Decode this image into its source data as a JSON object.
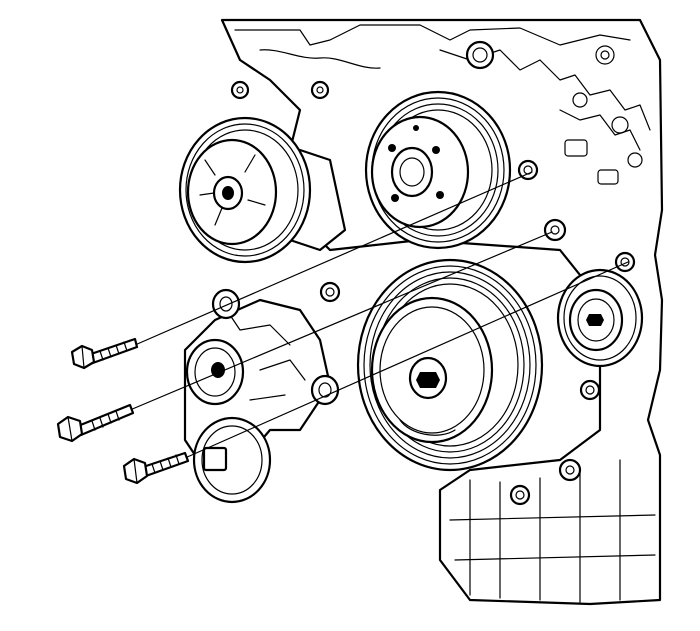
{
  "figure": {
    "background": "#ffffff",
    "ink": "#000000",
    "parts": [
      {
        "name": "engine-block"
      },
      {
        "name": "power-steering-pump-pulley"
      },
      {
        "name": "water-pump-pulley"
      },
      {
        "name": "crankshaft-balancer"
      },
      {
        "name": "idler-pulley"
      },
      {
        "name": "drive-belt-tensioner"
      },
      {
        "name": "tensioner-bolt-upper"
      },
      {
        "name": "tensioner-bolt-middle"
      },
      {
        "name": "tensioner-bolt-lower"
      }
    ]
  }
}
